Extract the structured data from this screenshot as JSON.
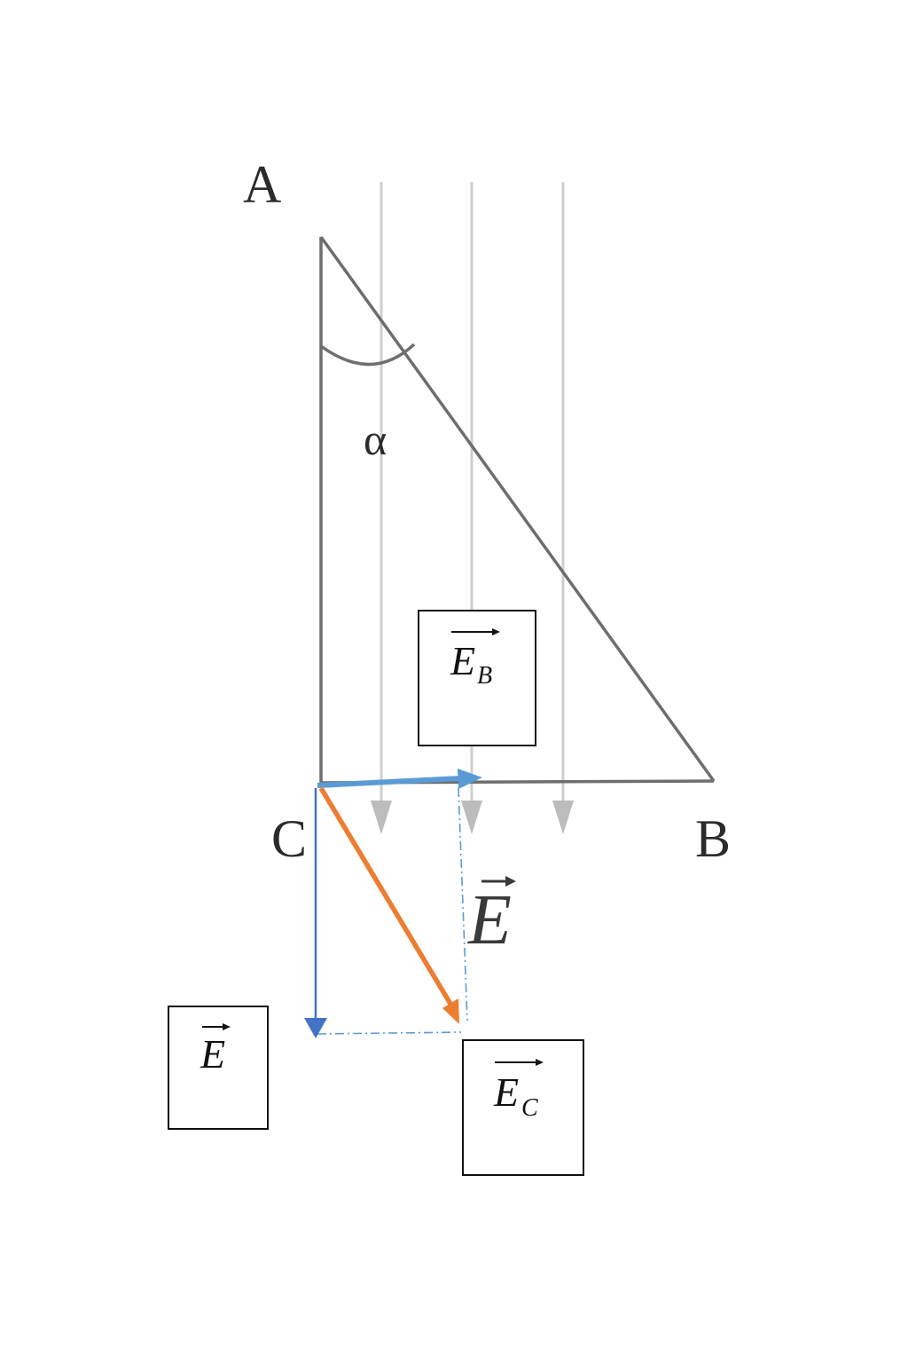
{
  "points": {
    "A": "A",
    "B": "B",
    "C": "C"
  },
  "angle_label": "α",
  "field_label": "E",
  "boxes": {
    "e_b": {
      "main": "E",
      "sub": "B"
    },
    "e": {
      "main": "E"
    },
    "e_c": {
      "main": "E",
      "sub": "C"
    }
  },
  "colors": {
    "triangle": "#6e6e6e",
    "field_lines": "#bfbfbf",
    "vector_e_b": "#5b9bd5",
    "vector_e": "#4472c4",
    "vector_e_c": "#ed7d31",
    "projection": "#5b9bd5"
  },
  "icons": {
    "field_arrowhead": "down-arrow-icon",
    "vector_arrowhead": "arrowhead-icon"
  }
}
